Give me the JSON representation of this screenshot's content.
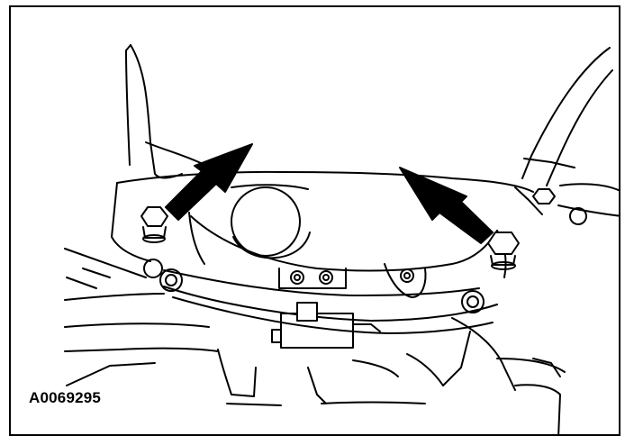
{
  "figure": {
    "id_label": "A0069295",
    "colors": {
      "ink": "#000000",
      "paper": "#ffffff"
    },
    "callouts": [
      "arrow-left-bolt",
      "arrow-right-bolt"
    ]
  }
}
